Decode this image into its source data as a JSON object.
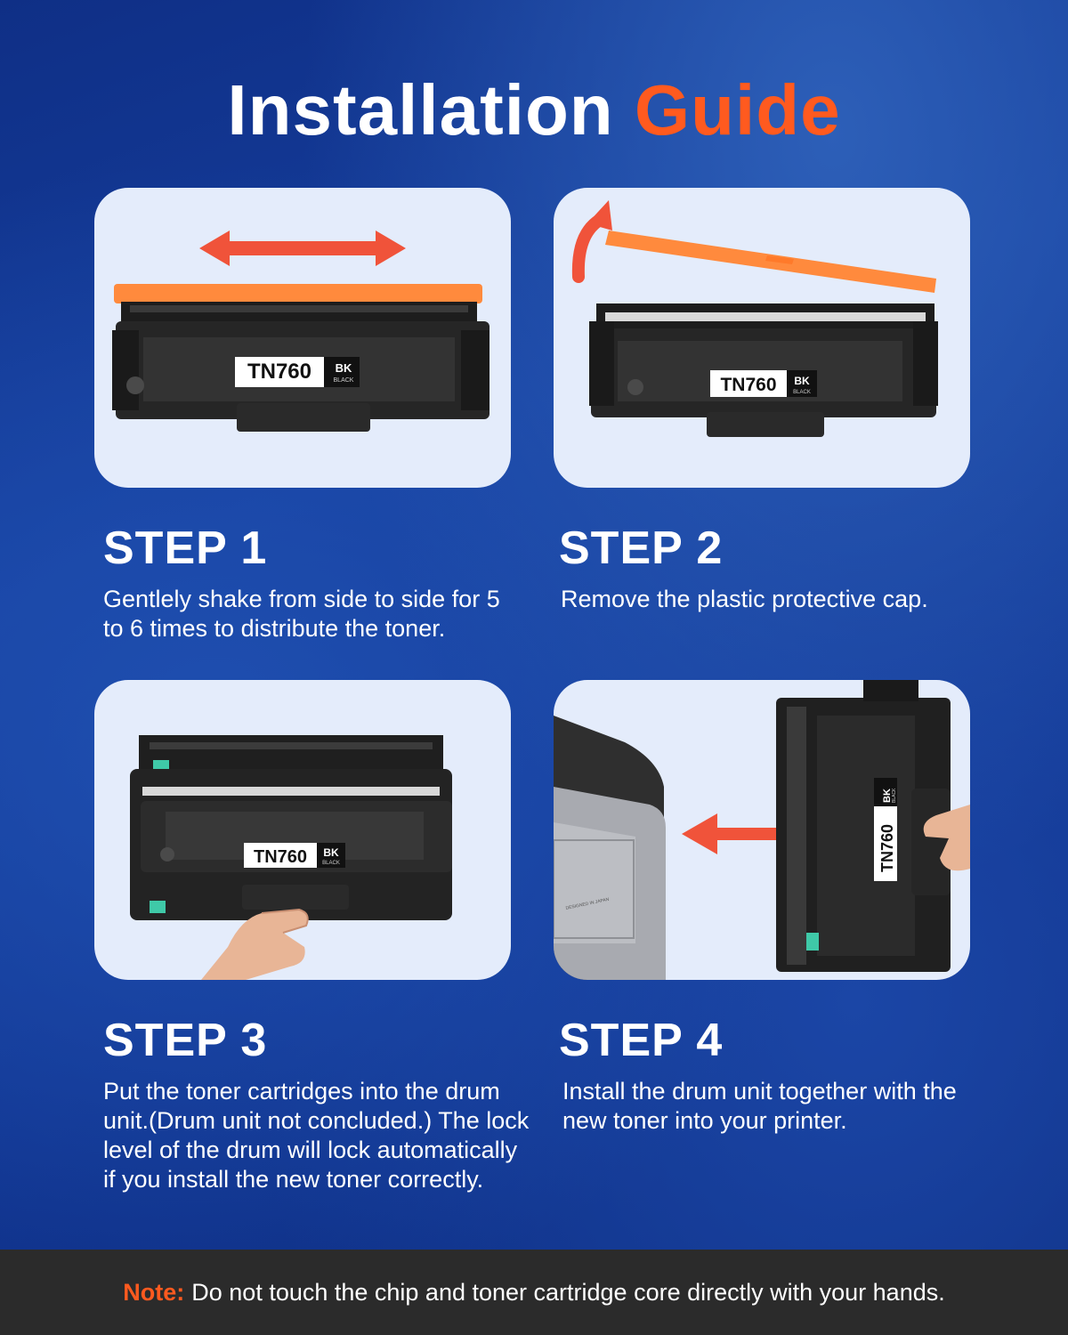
{
  "header": {
    "title_main": "Installation",
    "title_accent": "Guide"
  },
  "product": {
    "model": "TN760",
    "color_code": "BK",
    "color_name": "BLACK",
    "printer_mark": "DESIGNED IN JAPAN"
  },
  "steps": [
    {
      "title": "STEP 1",
      "text": "Gentlely shake from side to side for 5 to 6 times to distribute the toner."
    },
    {
      "title": "STEP 2",
      "text": "Remove the plastic protective cap."
    },
    {
      "title": "STEP 3",
      "text": "Put the toner cartridges into the drum unit.(Drum unit not concluded.) The lock level of the drum will lock automatically if you install the new toner correctly."
    },
    {
      "title": "STEP 4",
      "text": "Install the drum unit together with the new toner into your printer."
    }
  ],
  "note": {
    "label": "Note:",
    "text": "Do not touch the chip and toner cartridge core directly with your hands."
  },
  "colors": {
    "accent": "#ff5a1f",
    "arrow": "#f0533a",
    "cap": "#ff8a3d",
    "card_bg": "#e4ecfb",
    "note_bg": "#2b2b2b"
  }
}
